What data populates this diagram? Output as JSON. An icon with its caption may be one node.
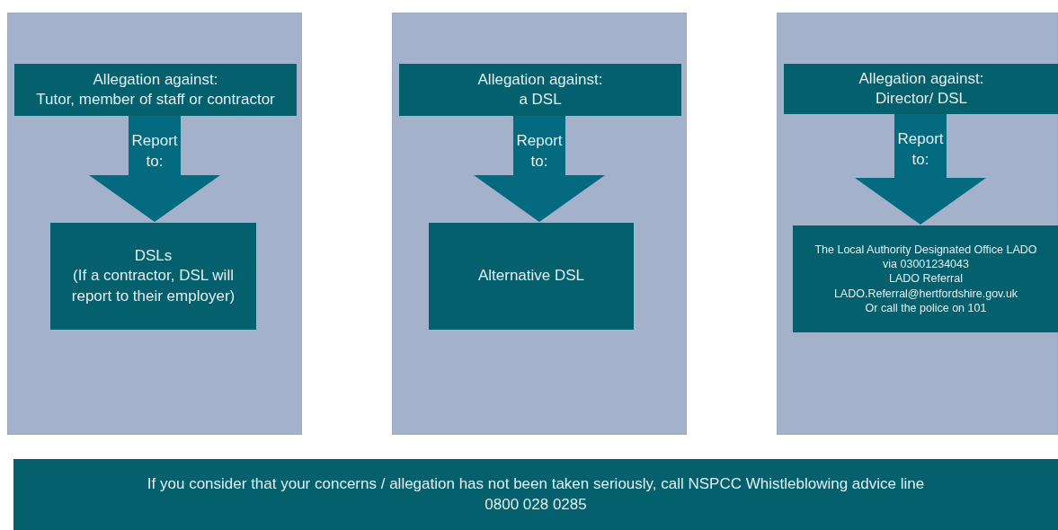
{
  "diagram": {
    "nodes": [
      {
        "text": [],
        "shape": "box"
      },
      {
        "text": [
          "Allegation against:",
          "Tutor, member of staff or contractor"
        ],
        "in": 0
      },
      {
        "text": [
          "DSLs",
          "(If a contractor, DSL will report to their employer)"
        ],
        "in": 0
      },
      {
        "text": [],
        "shape": "box"
      },
      {
        "text": [
          "Allegation against:",
          "a DSL"
        ],
        "in": 3
      },
      {
        "text": [
          "Alternative DSL"
        ],
        "in": 3
      },
      {
        "text": [],
        "shape": "box"
      },
      {
        "text": [
          "Allegation against:",
          "Director/ DSL"
        ],
        "in": 6
      },
      {
        "text": [
          "The Local Authority Designated Office LADO",
          "via 03001234043",
          "LADO Referral",
          "LADO.Referral@hertfordshire.gov.uk",
          "Or call the police on 101"
        ],
        "in": 6
      },
      {
        "text": [
          "If you consider that your concerns / allegation has not been taken seriously, call NSPCC Whistleblowing advice line",
          "0800 028 0285"
        ]
      }
    ],
    "edges": [
      {
        "from": 1,
        "to": 2,
        "arrow": "to",
        "label": "Report to:"
      },
      {
        "from": 4,
        "to": 5,
        "arrow": "to",
        "label": "Report to:"
      },
      {
        "from": 7,
        "to": 8,
        "arrow": "to",
        "label": "Report to:"
      }
    ]
  }
}
